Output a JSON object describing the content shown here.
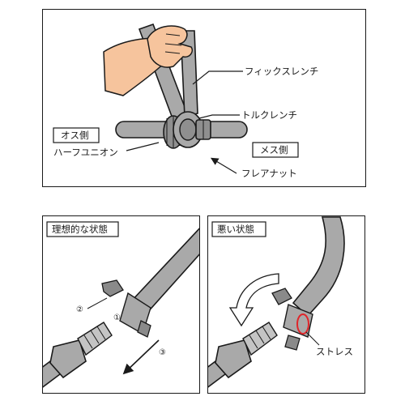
{
  "top": {
    "labels": {
      "fix_wrench": "フィックスレンチ",
      "torque_wrench": "トルクレンチ",
      "male_side": "オス側",
      "half_union": "ハーフユニオン",
      "female_side": "メス側",
      "flare_nut": "フレアナット"
    }
  },
  "left": {
    "title": "理想的な状態",
    "markers": [
      "②",
      "①",
      "③"
    ]
  },
  "right": {
    "title": "悪い状態",
    "stress": "ストレス"
  },
  "colors": {
    "pipe": "#a9a9a9",
    "pipe_dark": "#7c7c7c",
    "skin": "#f6c49d",
    "stress_ring": "#e0262b"
  }
}
